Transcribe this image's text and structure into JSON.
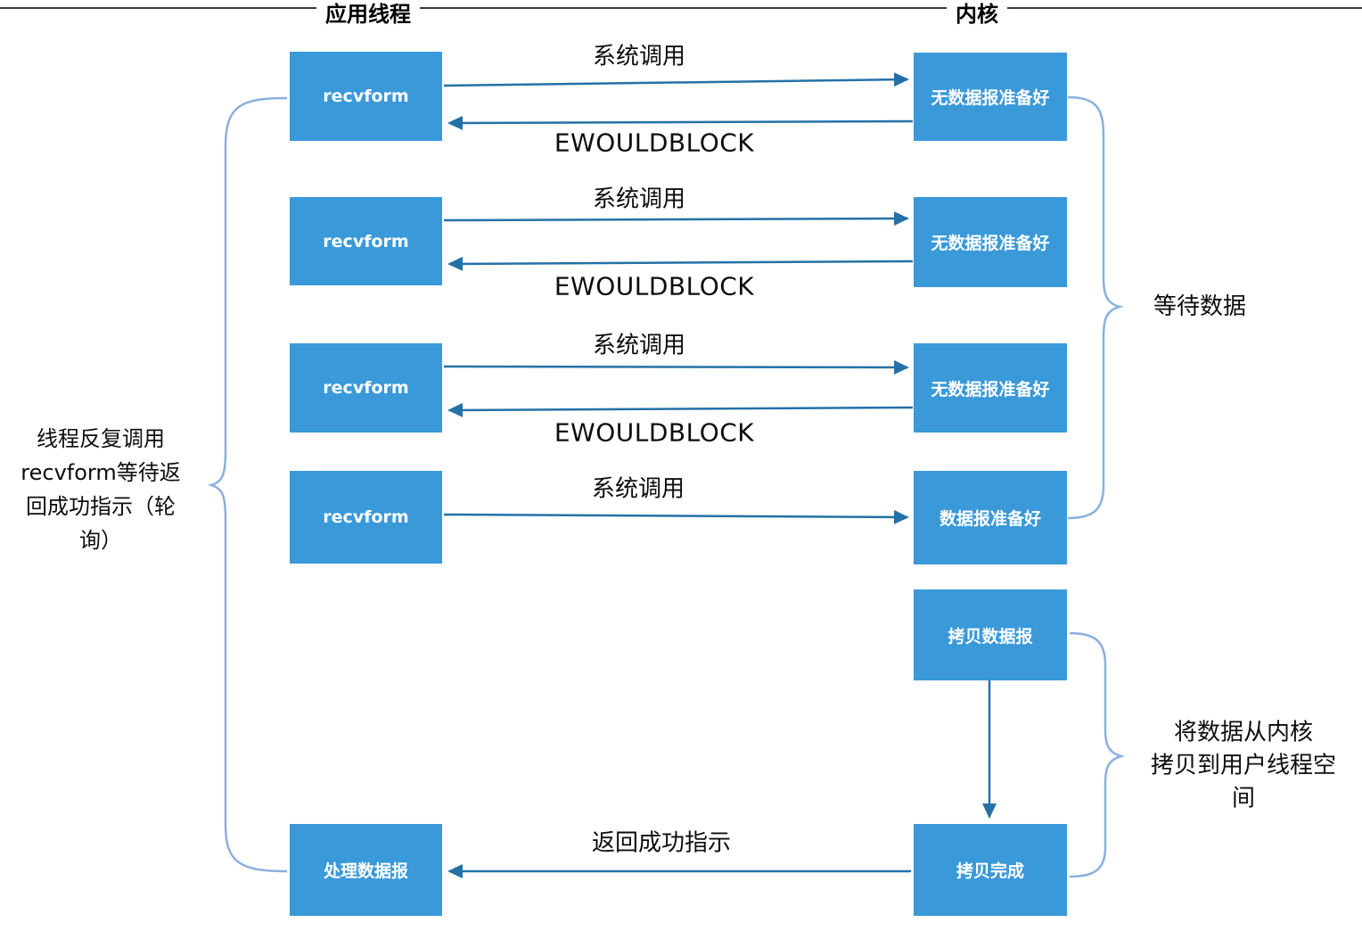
{
  "diagram": {
    "headers": {
      "left": "应用线程",
      "right": "内核"
    },
    "rows": [
      {
        "left_box": "recvform",
        "right_box": "无数据报准备好",
        "request_label": "系统调用",
        "response_label": "EWOULDBLOCK"
      },
      {
        "left_box": "recvform",
        "right_box": "无数据报准备好",
        "request_label": "系统调用",
        "response_label": "EWOULDBLOCK"
      },
      {
        "left_box": "recvform",
        "right_box": "无数据报准备好",
        "request_label": "系统调用",
        "response_label": "EWOULDBLOCK"
      },
      {
        "left_box": "recvform",
        "right_box": "数据报准备好",
        "request_label": "系统调用"
      }
    ],
    "kernel_flow": {
      "copy_box": "拷贝数据报",
      "copy_done_box": "拷贝完成"
    },
    "bottom_row": {
      "process_box": "处理数据报",
      "return_label": "返回成功指示"
    },
    "annotations": {
      "left_note_lines": [
        "线程反复调用",
        "recvform等待返",
        "回成功指示（轮",
        "询）"
      ],
      "wait_label": "等待数据",
      "copy_note_lines": [
        "将数据从内核",
        "拷贝到用户线程空",
        "间"
      ]
    },
    "colors": {
      "box_fill": "#3a99d8",
      "box_text": "#ffffff",
      "arrow": "#2471a8",
      "brace": "#8aafde",
      "label_text": "#0d0d0d",
      "top_rule": "#3c3c3c"
    }
  }
}
